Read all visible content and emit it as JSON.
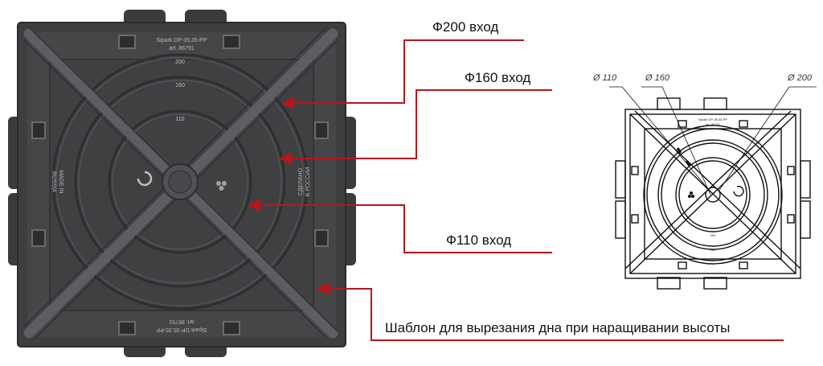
{
  "callouts": {
    "d200": "Ф200 вход",
    "d160": "Ф160 вход",
    "d110": "Ф110 вход",
    "template": "Шаблон для вырезания дна при наращивании высоты"
  },
  "photo": {
    "brand_line": "Sipark DP-35.35-PP",
    "art_line": "art. 86791",
    "brand_line_mirrored": "Sipark DP-35.35-PP",
    "art_line_mirrored": "art. 86791",
    "ring_200": "200",
    "ring_160": "160",
    "ring_110": "110",
    "side_left": [
      "MADE IN",
      "RUSSIA"
    ],
    "side_right": [
      "СДЕЛАНО",
      "В РОССИИ"
    ]
  },
  "drawing": {
    "dim_110": "Ø 110",
    "dim_160": "Ø 160",
    "dim_200": "Ø 200"
  },
  "colors": {
    "accent_red": "#b8161c",
    "body_dark": "#3b3c3e",
    "body_mid": "#4a4b4d",
    "rib": "#5c5d60",
    "line_drawing": "#111111"
  }
}
